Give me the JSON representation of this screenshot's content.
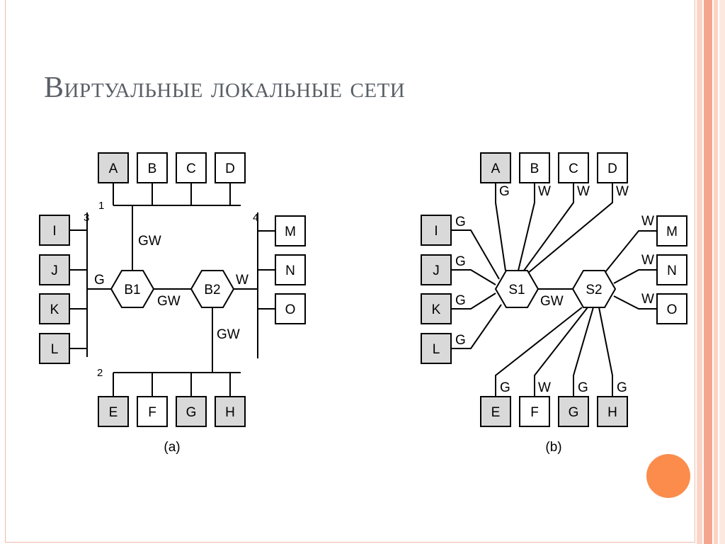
{
  "slide": {
    "title": "Виртуальные локальные сети",
    "colors": {
      "accent": "#fb8c4c",
      "frame": "#f0b8a8",
      "stripe_dark": "#f4a58d",
      "stripe_light": "#fbd4c6",
      "gray_node": "#d9d9d9",
      "white_node": "#ffffff"
    }
  },
  "diagram_a": {
    "caption": "(a)",
    "lan_labels": [
      "1",
      "2",
      "3",
      "4"
    ],
    "bridges": [
      "B1",
      "B2"
    ],
    "link_labels": {
      "b1_gw": "GW",
      "b1_b2": "GW",
      "b2_gw": "GW",
      "b1_g": "G",
      "b2_w": "W"
    },
    "nodes": [
      {
        "id": "A",
        "color": "gray"
      },
      {
        "id": "B",
        "color": "white"
      },
      {
        "id": "C",
        "color": "white"
      },
      {
        "id": "D",
        "color": "white"
      },
      {
        "id": "E",
        "color": "gray"
      },
      {
        "id": "F",
        "color": "white"
      },
      {
        "id": "G",
        "color": "gray"
      },
      {
        "id": "H",
        "color": "gray"
      },
      {
        "id": "I",
        "color": "gray"
      },
      {
        "id": "J",
        "color": "gray"
      },
      {
        "id": "K",
        "color": "gray"
      },
      {
        "id": "L",
        "color": "gray"
      },
      {
        "id": "M",
        "color": "white"
      },
      {
        "id": "N",
        "color": "white"
      },
      {
        "id": "O",
        "color": "white"
      }
    ]
  },
  "diagram_b": {
    "caption": "(b)",
    "switches": [
      "S1",
      "S2"
    ],
    "trunk_label": "GW",
    "nodes": [
      {
        "id": "A",
        "color": "gray",
        "vlan": "G"
      },
      {
        "id": "B",
        "color": "white",
        "vlan": "W"
      },
      {
        "id": "C",
        "color": "white",
        "vlan": "W"
      },
      {
        "id": "D",
        "color": "white",
        "vlan": "W"
      },
      {
        "id": "I",
        "color": "gray",
        "vlan": "G"
      },
      {
        "id": "J",
        "color": "gray",
        "vlan": "G"
      },
      {
        "id": "K",
        "color": "gray",
        "vlan": "G"
      },
      {
        "id": "L",
        "color": "gray",
        "vlan": "G"
      },
      {
        "id": "M",
        "color": "white",
        "vlan": "W"
      },
      {
        "id": "N",
        "color": "white",
        "vlan": "W"
      },
      {
        "id": "O",
        "color": "white",
        "vlan": "W"
      },
      {
        "id": "E",
        "color": "gray",
        "vlan": "G"
      },
      {
        "id": "F",
        "color": "white",
        "vlan": "W"
      },
      {
        "id": "G",
        "color": "gray",
        "vlan": "G"
      },
      {
        "id": "H",
        "color": "gray",
        "vlan": "G"
      }
    ]
  }
}
